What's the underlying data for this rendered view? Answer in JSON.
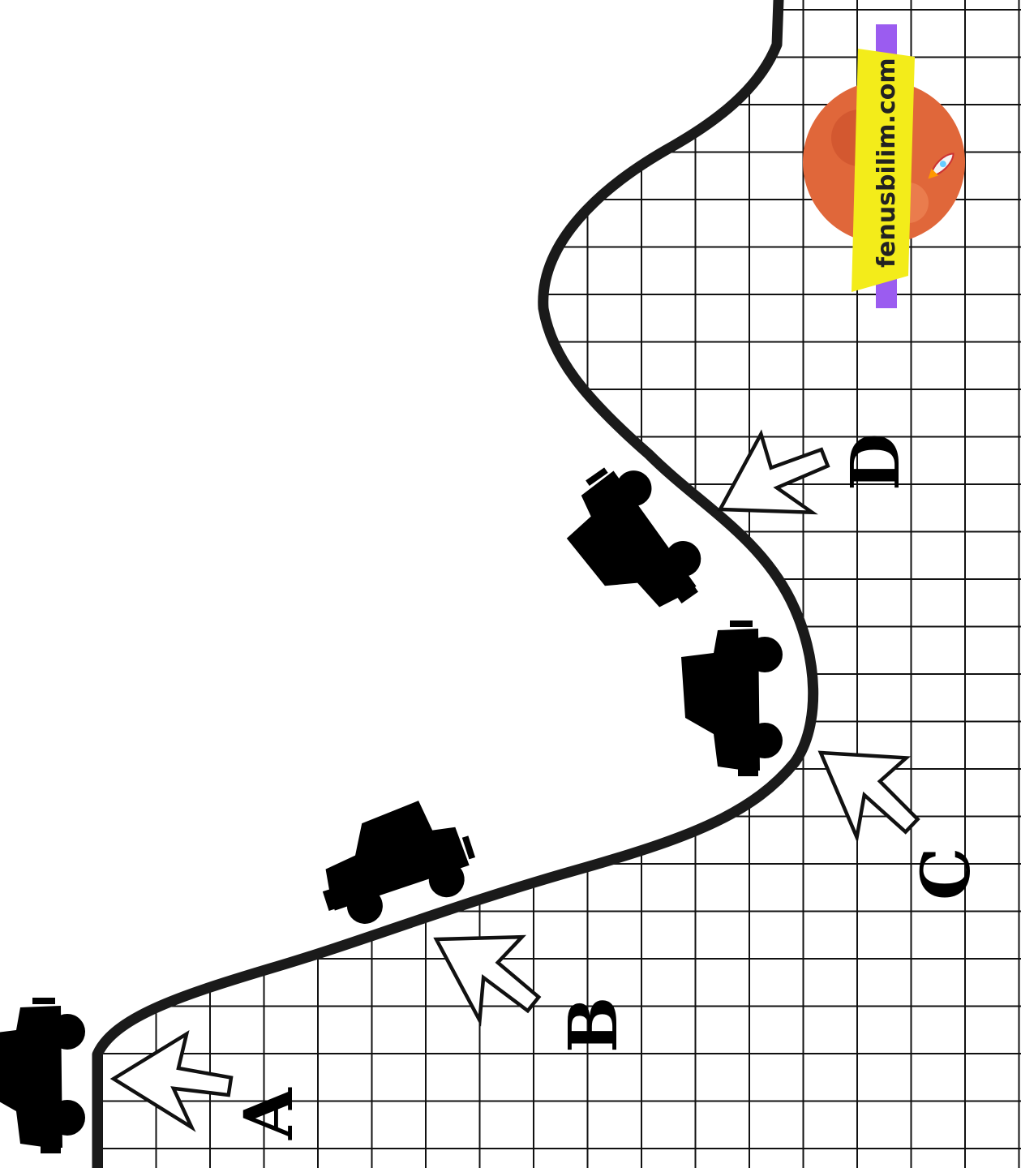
{
  "points": [
    {
      "id": "A",
      "label": "A"
    },
    {
      "id": "B",
      "label": "B"
    },
    {
      "id": "C",
      "label": "C"
    },
    {
      "id": "D",
      "label": "D"
    }
  ],
  "logo": {
    "text": "fenusbilim.com"
  },
  "colors": {
    "grid": "#111111",
    "road": "#1a1a1a",
    "logo_planet": "#e0673a",
    "logo_highlight": "#f3ec1a",
    "logo_bar": "#9b5cf0"
  },
  "icons": [
    "jeep-icon",
    "arrow-icon",
    "rocket-icon",
    "planet-icon"
  ]
}
